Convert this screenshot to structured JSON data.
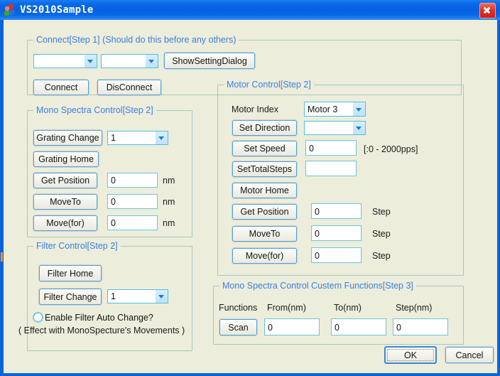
{
  "window": {
    "title": "VS2010Sample",
    "icon": "blocks-icon",
    "close_label": "close-icon",
    "accent_color": "#0a64d8",
    "titlebar_color": "#0560e2",
    "client_bg": "#eceddb",
    "group_title_color": "#3b7fe0"
  },
  "connect_group": {
    "title": "Connect[Step 1] (Should do this before any others)",
    "combo_port": {
      "value": "",
      "options": []
    },
    "combo_baud": {
      "value": "",
      "options": []
    },
    "show_setting_dialog": "ShowSettingDialog",
    "connect": "Connect",
    "disconnect": "DisConnect"
  },
  "mono_group": {
    "title": "Mono Spectra Control[Step 2]",
    "grating_change": "Grating Change",
    "grating_combo": {
      "value": "1",
      "options": [
        "1"
      ]
    },
    "grating_home": "Grating Home",
    "rows": [
      {
        "button": "Get Position",
        "value": "0",
        "unit": "nm"
      },
      {
        "button": "MoveTo",
        "value": "0",
        "unit": "nm"
      },
      {
        "button": "Move(for)",
        "value": "0",
        "unit": "nm"
      }
    ]
  },
  "filter_group": {
    "title": "Filter Control[Step 2]",
    "filter_home": "Filter Home",
    "filter_change": "Filter Change",
    "filter_combo": {
      "value": "1",
      "options": [
        "1"
      ]
    },
    "auto_change_label": "Enable Filter Auto Change?",
    "auto_change_checked": false,
    "note": "( Effect with MonoSpecture's Movements )"
  },
  "motor_group": {
    "title": "Motor Control[Step 2]",
    "motor_index_label": "Motor Index",
    "motor_index_combo": {
      "value": "Motor 3",
      "options": [
        "Motor 3"
      ]
    },
    "set_direction": "Set Direction",
    "direction_combo": {
      "value": "",
      "options": []
    },
    "set_speed": "Set Speed",
    "speed_value": "0",
    "speed_hint": "[:0 - 2000pps]",
    "set_total_steps": "SetTotalSteps",
    "total_steps_value": "",
    "motor_home": "Motor Home",
    "rows": [
      {
        "button": "Get Position",
        "value": "0",
        "unit": "Step"
      },
      {
        "button": "MoveTo",
        "value": "0",
        "unit": "Step"
      },
      {
        "button": "Move(for)",
        "value": "0",
        "unit": "Step"
      }
    ]
  },
  "custom_group": {
    "title": "Mono Spectra Control Custem Functions[Step 3]",
    "headers": {
      "functions": "Functions",
      "from": "From(nm)",
      "to": "To(nm)",
      "step": "Step(nm)"
    },
    "scan_button": "Scan",
    "from_value": "0",
    "to_value": "0",
    "step_value": "0"
  },
  "footer": {
    "ok": "OK",
    "cancel": "Cancel"
  }
}
